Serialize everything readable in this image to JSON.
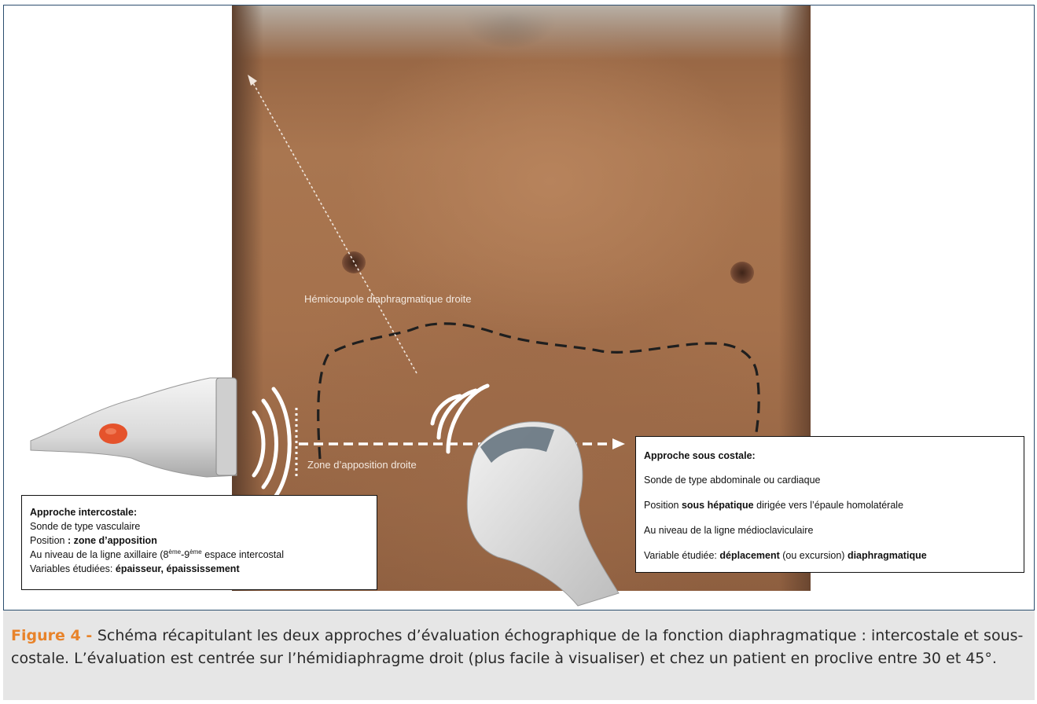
{
  "photo": {
    "hemicoupole_label": "Hémicoupole diaphragmatique droite",
    "apposition_label": "Zone d’apposition droite"
  },
  "left_box": {
    "title": "Approche intercostale:",
    "line1": "Sonde de type vasculaire",
    "line2_prefix": "Position ",
    "line2_bold": ": zone d’apposition",
    "line3_prefix": "Au niveau de la ligne axillaire (8",
    "line3_sup1": "ème",
    "line3_mid": "-9",
    "line3_sup2": "ème",
    "line3_suffix": " espace intercostal",
    "line4_prefix": "Variables étudiées: ",
    "line4_bold": "épaisseur, épaississement"
  },
  "right_box": {
    "title": "Approche sous costale:",
    "line1": "Sonde de type abdominale ou cardiaque",
    "line2_prefix": "Position ",
    "line2_bold": "sous hépatique",
    "line2_suffix": " dirigée vers l’épaule homolatérale",
    "line3": "Au niveau de la ligne médioclaviculaire",
    "line4_prefix": "Variable étudiée: ",
    "line4_bold1": "déplacement",
    "line4_mid": " (ou excursion) ",
    "line4_bold2": "diaphragmatique"
  },
  "caption": {
    "figure_label": "Figure 4 - ",
    "text": "Schéma récapitulant les deux approches d’évaluation échographique de la fonction diaphragmatique : intercostale et sous-costale. L’évaluation est centrée sur l’hémidiaphragme droit (plus facile à visualiser) et chez un patient en proclive entre 30 et 45°."
  }
}
